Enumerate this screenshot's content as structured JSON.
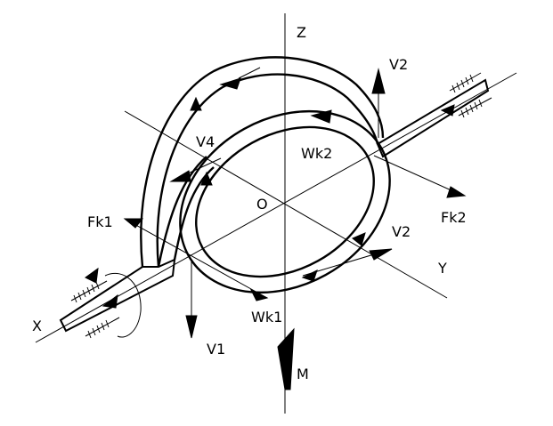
{
  "diagram": {
    "labels": {
      "z": "Z",
      "x": "X",
      "y": "Y",
      "origin": "O",
      "v1": "V1",
      "v2_top": "V2",
      "v2_right": "V2",
      "v4": "V4",
      "wk1": "Wk1",
      "wk2": "Wk2",
      "fk1": "Fk1",
      "fk2": "Fk2",
      "m": "M"
    },
    "colors": {
      "ink": "#000000",
      "background": "#ffffff"
    }
  }
}
